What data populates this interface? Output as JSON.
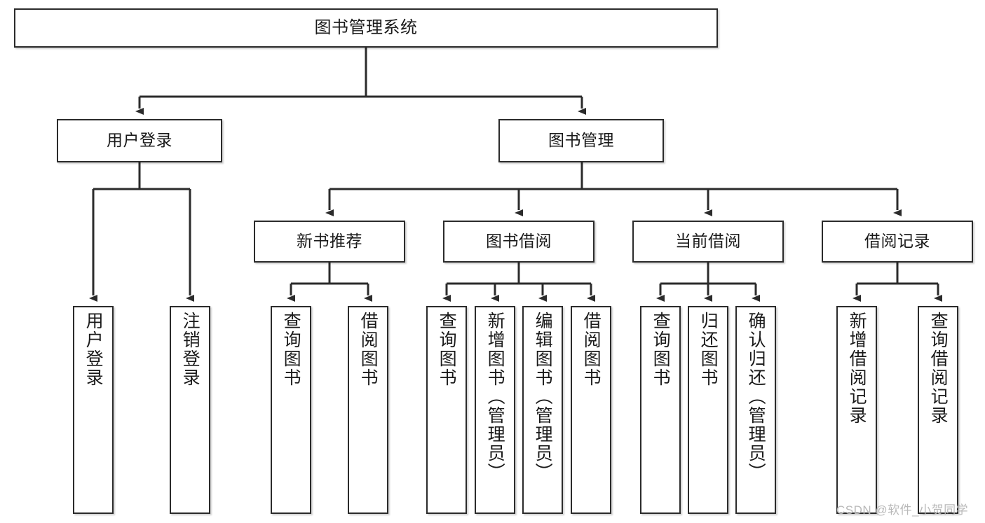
{
  "diagram": {
    "type": "tree",
    "title": "图书管理系统",
    "watermark": "CSDN @软件_小贺同学",
    "colors": {
      "stroke": "#2b2b2b",
      "fill": "#ffffff",
      "text": "#1a1a1a",
      "watermark": "#b9b9b9"
    },
    "nodes": {
      "root": {
        "label": "图书管理系统"
      },
      "level2": [
        {
          "id": "user-login",
          "label": "用户登录"
        },
        {
          "id": "book-manage",
          "label": "图书管理"
        }
      ],
      "level3": [
        {
          "id": "new-book-rec",
          "label": "新书推荐"
        },
        {
          "id": "book-borrow",
          "label": "图书借阅"
        },
        {
          "id": "current-borrow",
          "label": "当前借阅"
        },
        {
          "id": "borrow-record",
          "label": "借阅记录"
        }
      ],
      "leaves": {
        "user-login": [
          {
            "id": "leaf-user-login",
            "label": "用户登录"
          },
          {
            "id": "leaf-logout",
            "label": "注销登录"
          }
        ],
        "new-book-rec": [
          {
            "id": "leaf-query-book-1",
            "label": "查询图书"
          },
          {
            "id": "leaf-borrow-book-1",
            "label": "借阅图书"
          }
        ],
        "book-borrow": [
          {
            "id": "leaf-query-book-2",
            "label": "查询图书"
          },
          {
            "id": "leaf-add-book",
            "label": "新增图书（管理员）"
          },
          {
            "id": "leaf-edit-book",
            "label": "编辑图书（管理员）"
          },
          {
            "id": "leaf-borrow-book-2",
            "label": "借阅图书"
          }
        ],
        "current-borrow": [
          {
            "id": "leaf-query-book-3",
            "label": "查询图书"
          },
          {
            "id": "leaf-return-book",
            "label": "归还图书"
          },
          {
            "id": "leaf-confirm-return",
            "label": "确认归还（管理员）"
          }
        ],
        "borrow-record": [
          {
            "id": "leaf-add-record",
            "label": "新增借阅记录"
          },
          {
            "id": "leaf-query-record",
            "label": "查询借阅记录"
          }
        ]
      }
    }
  }
}
